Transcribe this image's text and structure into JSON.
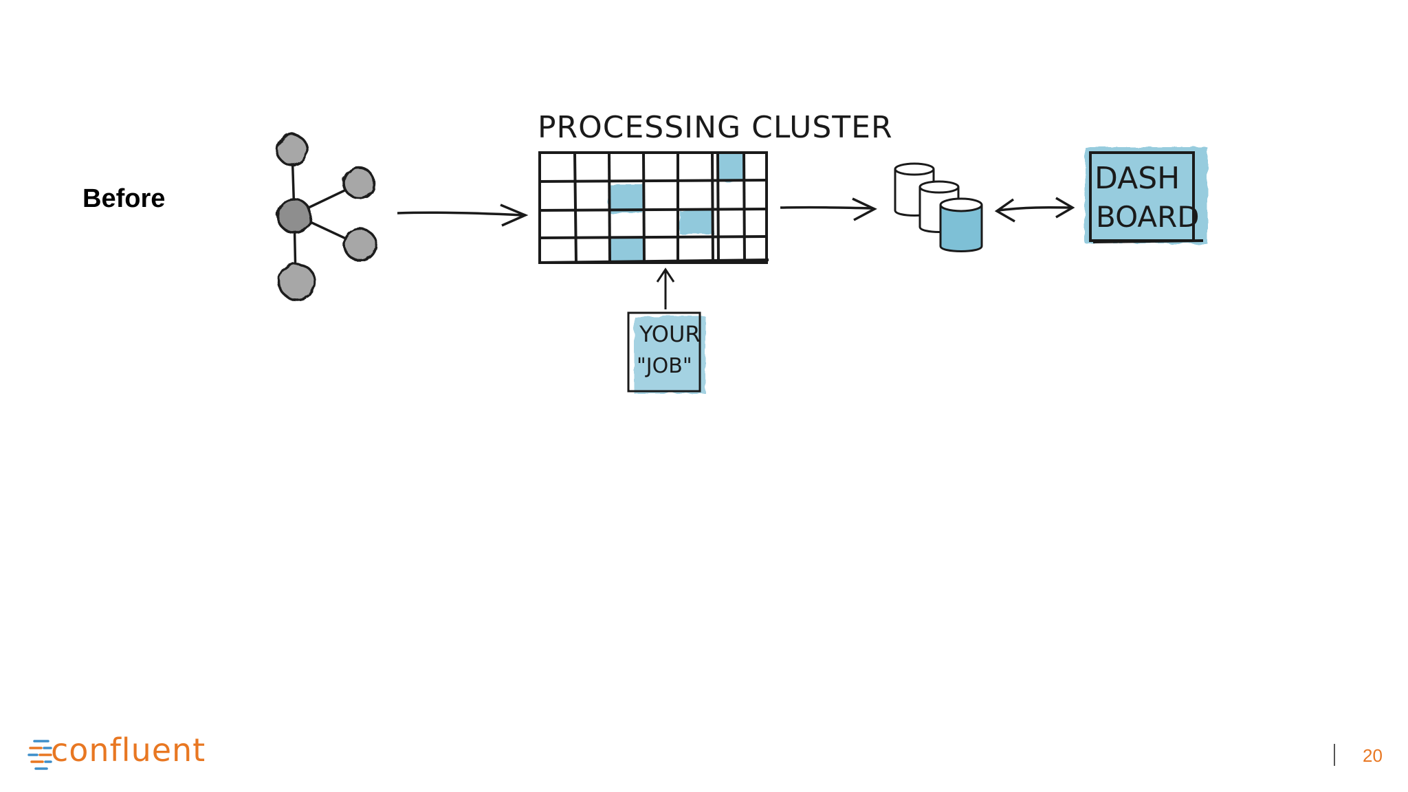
{
  "slide": {
    "label": "Before",
    "page_number": "20"
  },
  "diagram": {
    "cluster_title": "PROCESSING CLUSTER",
    "job_box": {
      "line1": "YOUR",
      "line2": "\"JOB\""
    },
    "dashboard_box": {
      "line1": "DASH",
      "line2": "BOARD"
    }
  },
  "brand": {
    "name": "confluent",
    "color": "#e87722",
    "accent_blue": "#3d8ec9"
  },
  "colors": {
    "highlight": "#7ec0d6",
    "ink": "#1a1a1a",
    "node_fill": "#9a9a9a",
    "page_number": "#e87722"
  }
}
